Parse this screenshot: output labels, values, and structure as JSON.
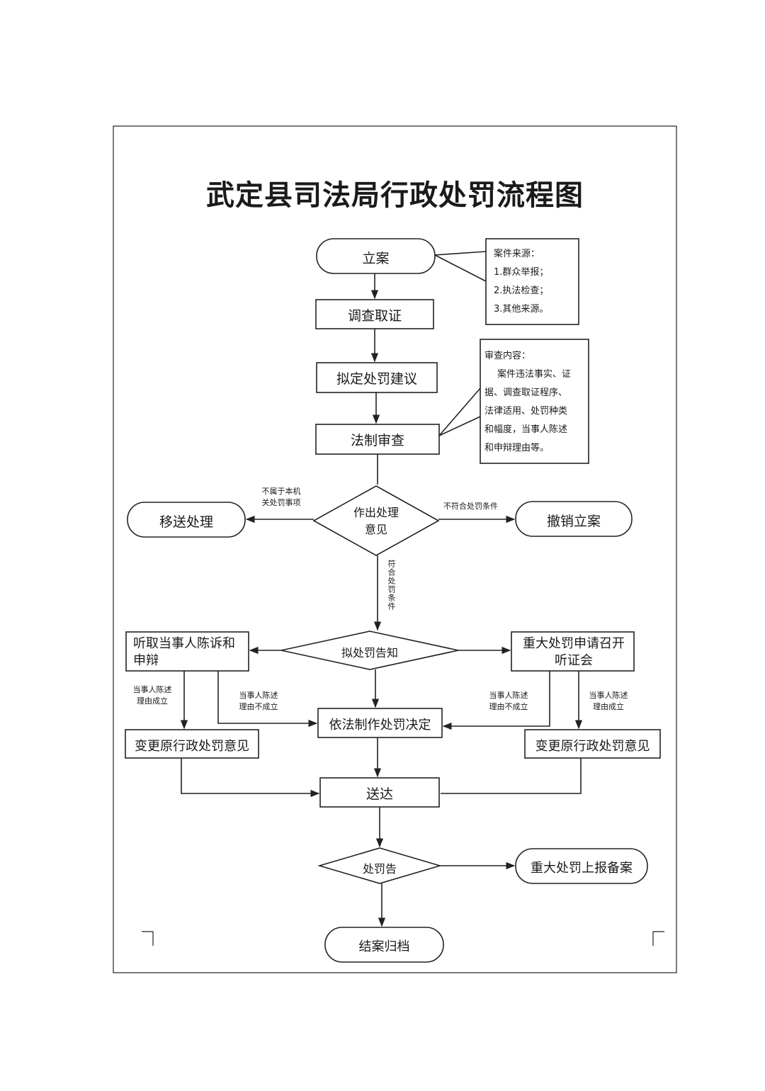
{
  "title": "武定县司法局行政处罚流程图",
  "nodes": {
    "start": "立案",
    "investigate": "调查取证",
    "propose": "拟定处罚建议",
    "legal_review": "法制审查",
    "decision_diamond": "作出处理意见",
    "transfer": "移送处理",
    "revoke": "撤销立案",
    "notice_diamond": "拟处罚告知",
    "hearing": "听取当事人陈诉和申辩",
    "major_hearing": "重大处罚申请召开听证会",
    "change_left": "变更原行政处罚意见",
    "legal_decision": "依法制作处罚决定",
    "change_right": "变更原行政处罚意见",
    "deliver": "送达",
    "penalty_diamond": "处罚告",
    "report": "重大处罚上报备案",
    "archive": "结案归档"
  },
  "notes": {
    "source": {
      "title": "案件来源：",
      "lines": [
        "1.群众举报；",
        "2.执法检查；",
        "3.其他来源。"
      ]
    },
    "review": {
      "title": "审查内容：",
      "lines": [
        "案件违法事实、证",
        "据、调查取证程序、",
        "法律适用、处罚种类",
        "和幅度，当事人陈述",
        "和申辩理由等。"
      ]
    }
  },
  "edge_labels": {
    "not_ours_1": "不属于本机",
    "not_ours_2": "关处罚事项",
    "not_meet": "不符合处罚条件",
    "meet": "符合处罚条件",
    "hl_valid_1": "当事人陈述",
    "hl_valid_2": "理由成立",
    "hl_invalid_1": "当事人陈述",
    "hl_invalid_2": "理由不成立",
    "hr_invalid_1": "当事人陈述",
    "hr_invalid_2": "理由不成立",
    "hr_valid_1": "当事人陈述",
    "hr_valid_2": "理由成立"
  }
}
